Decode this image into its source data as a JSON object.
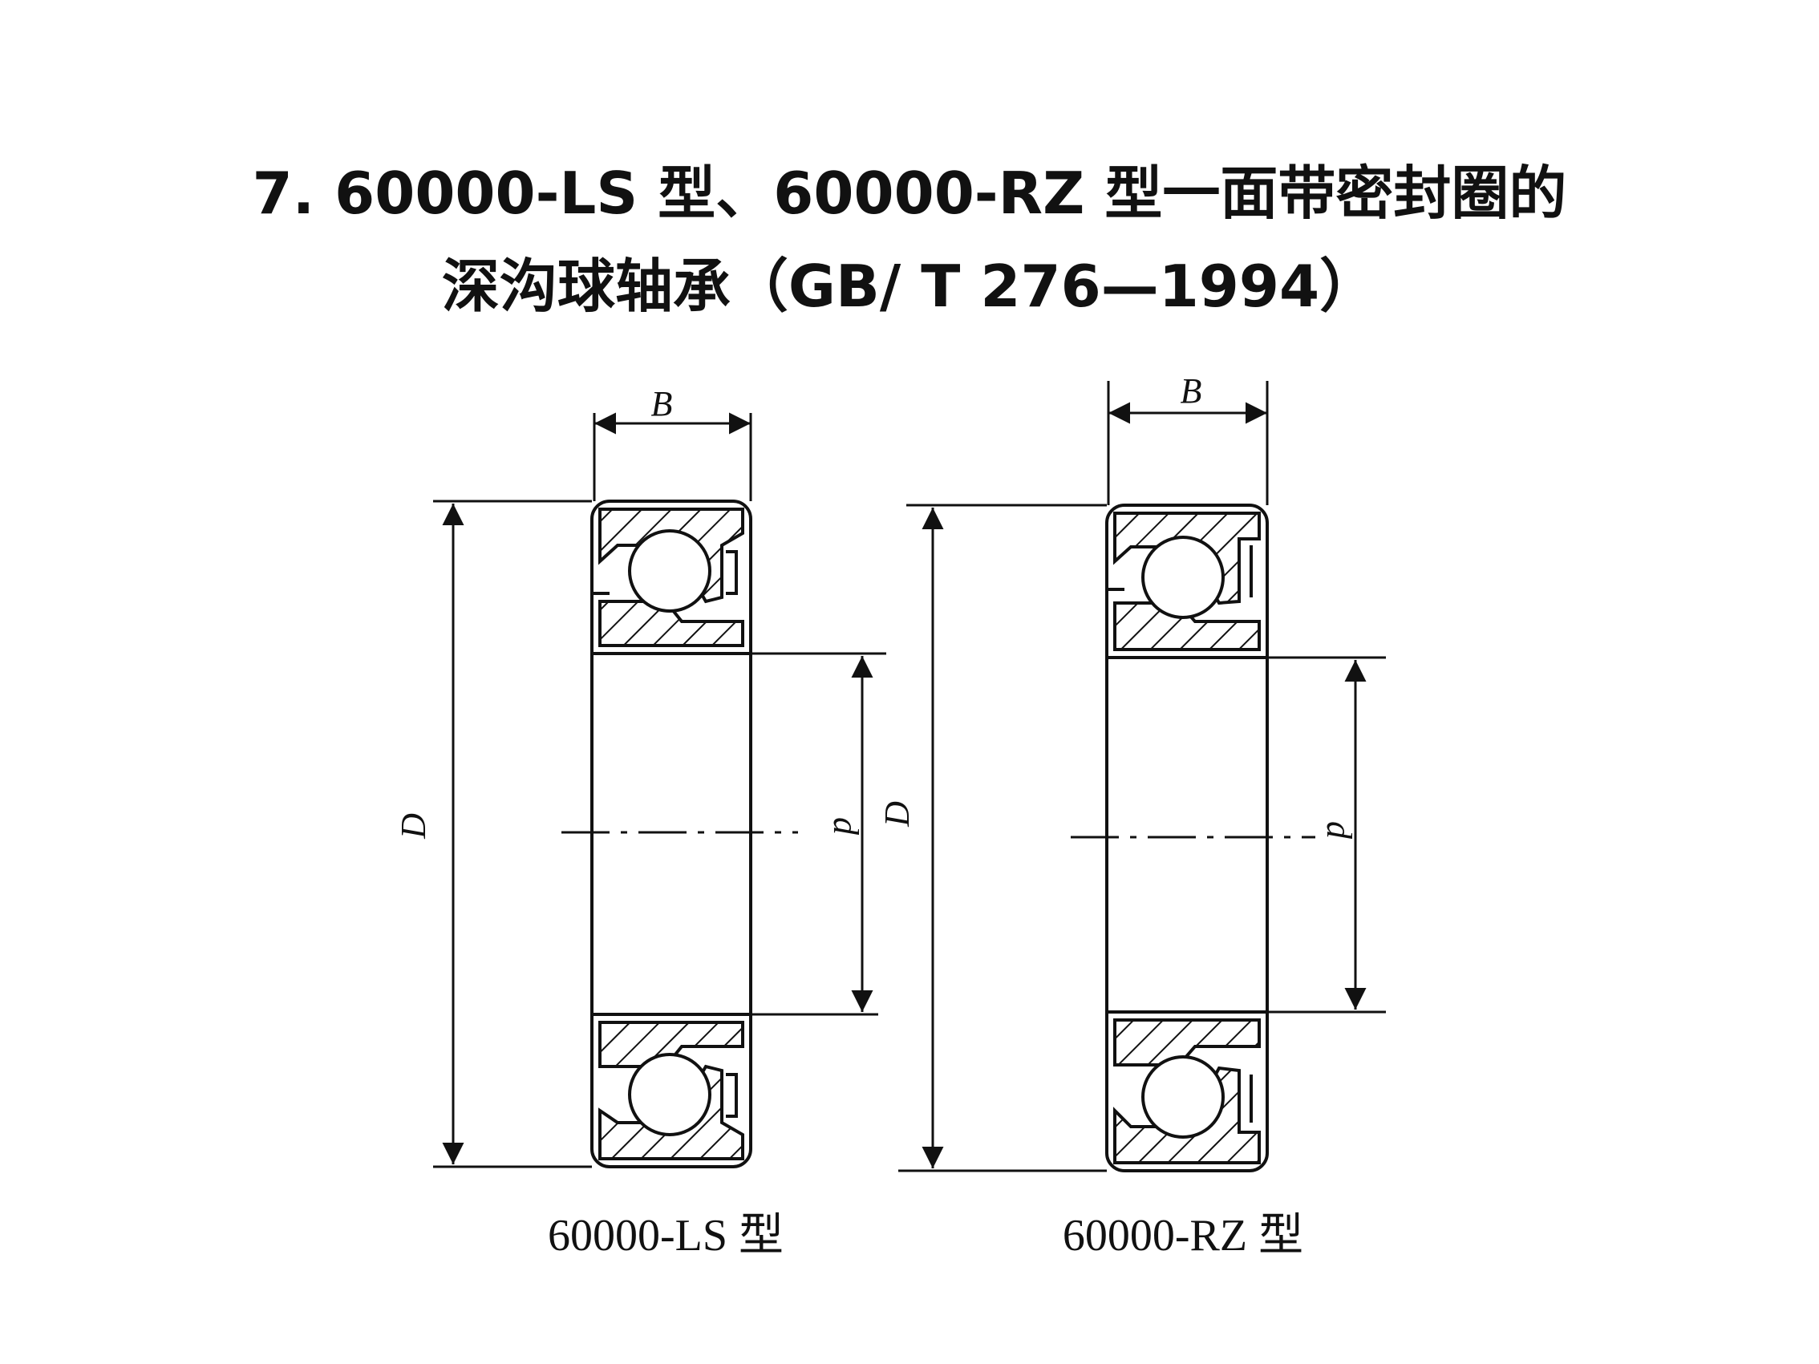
{
  "title": {
    "line1": "7. 60000-LS 型、60000-RZ 型一面带密封圈的",
    "line2": "深沟球轴承（GB/ T 276—1994）"
  },
  "figures": [
    {
      "caption": "60000-LS 型",
      "dim_width": "B",
      "dim_outer": "D",
      "dim_bore": "d"
    },
    {
      "caption": "60000-RZ 型",
      "dim_width": "B",
      "dim_outer": "D",
      "dim_bore": "d"
    }
  ],
  "colors": {
    "ink": "#111111",
    "paper": "#ffffff"
  }
}
